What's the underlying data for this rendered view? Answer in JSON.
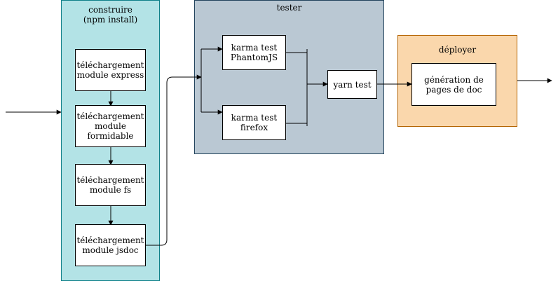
{
  "colors": {
    "build_fill": "#b3e3e6",
    "build_stroke": "#0e8088",
    "test_fill": "#bac8d3",
    "test_stroke": "#23445d",
    "deploy_fill": "#fad7ac",
    "deploy_stroke": "#b46504",
    "line": "#000000"
  },
  "groups": {
    "build": {
      "title": "construire\n(npm install)"
    },
    "test": {
      "title": "tester"
    },
    "deploy": {
      "title": "déployer"
    }
  },
  "nodes": {
    "express": "téléchargement\nmodule express",
    "formidable": "téléchargement\nmodule\nformidable",
    "fs": "téléchargement\nmodule fs",
    "jsdoc": "téléchargement\nmodule jsdoc",
    "phantom": "karma test\nPhantomJS",
    "firefox": "karma test\nfirefox",
    "yarn": "yarn test",
    "docs": "génération de\npages de doc"
  }
}
